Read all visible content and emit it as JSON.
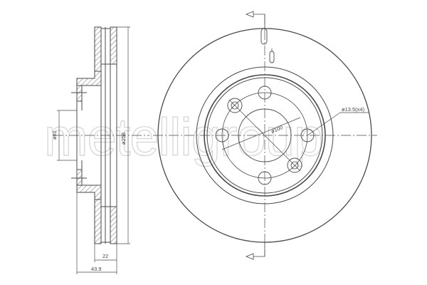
{
  "drawing": {
    "title": "Brake disc technical drawing",
    "watermark": "metelligroup",
    "colors": {
      "line": "#4a4a4a",
      "hatch": "#6a6a6a",
      "watermark": "#d4d4d4",
      "background": "#ffffff"
    }
  },
  "side_view": {
    "dimensions": {
      "hub_diameter": "ø61",
      "outer_diameter": "ø258",
      "disc_thickness": "22",
      "overall_height": "43.9"
    }
  },
  "front_view": {
    "dimensions": {
      "bolt_circle": "ø100",
      "bolt_hole": "ø13.5(x4)"
    },
    "section_marker_top": "section-arrow",
    "section_marker_bottom": "section-arrow"
  }
}
